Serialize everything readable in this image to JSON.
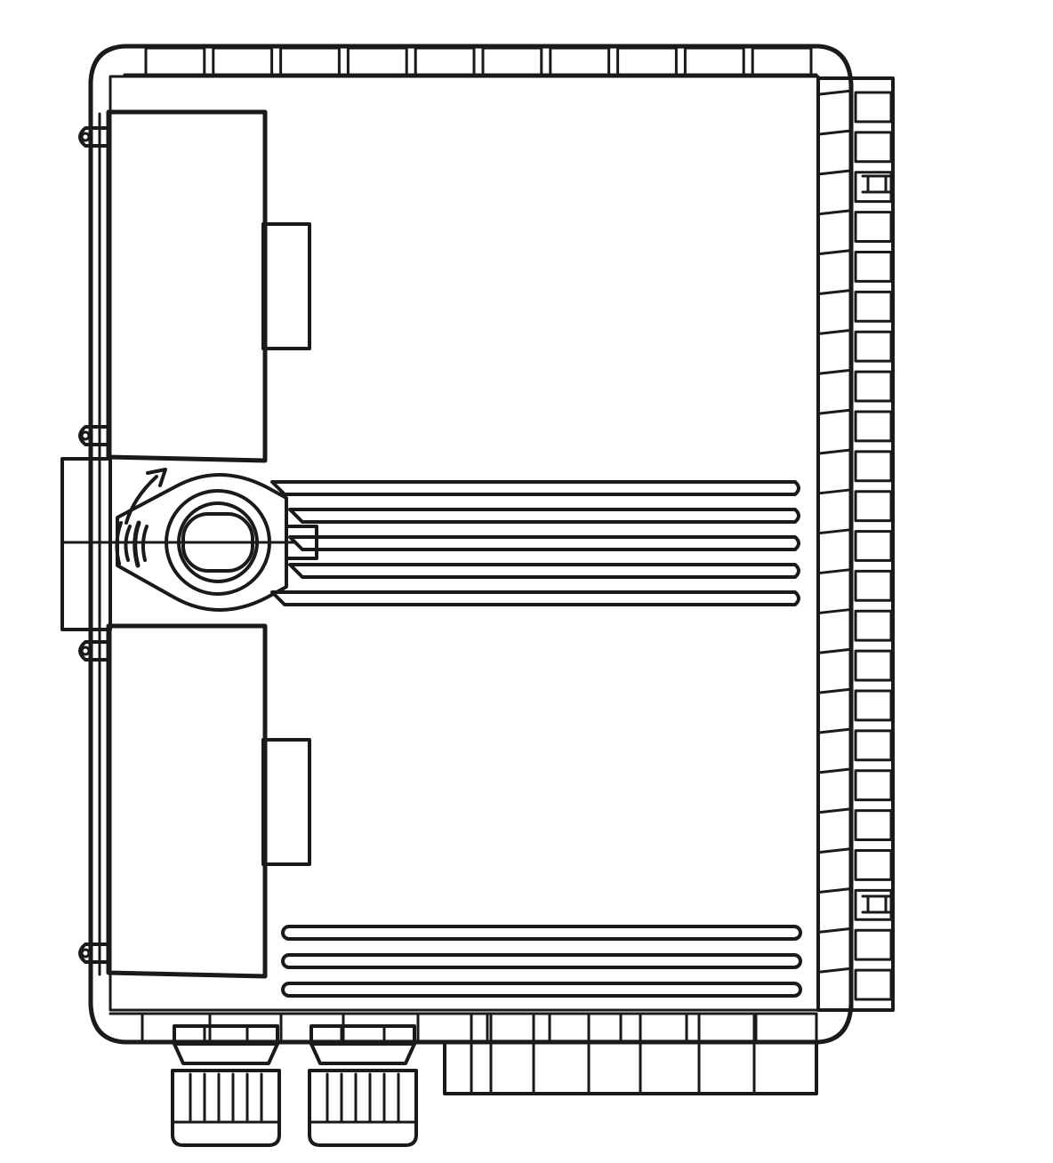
{
  "diagram": {
    "subject": "",
    "colors": {
      "line": "#1a1a1a",
      "background": "#ffffff"
    },
    "counts": {
      "top_rim_tabs": 10,
      "right_side_slots": 23,
      "splice_tray_slots": 5,
      "lower_cable_guides": 3,
      "hinge_pins": 4,
      "cable_glands": 2,
      "bottom_port_blocks": 6
    },
    "icons": {
      "gland": "cable-gland-icon",
      "latch_arrow": "arrow-icon",
      "hinge": "hinge-pin-icon"
    }
  }
}
